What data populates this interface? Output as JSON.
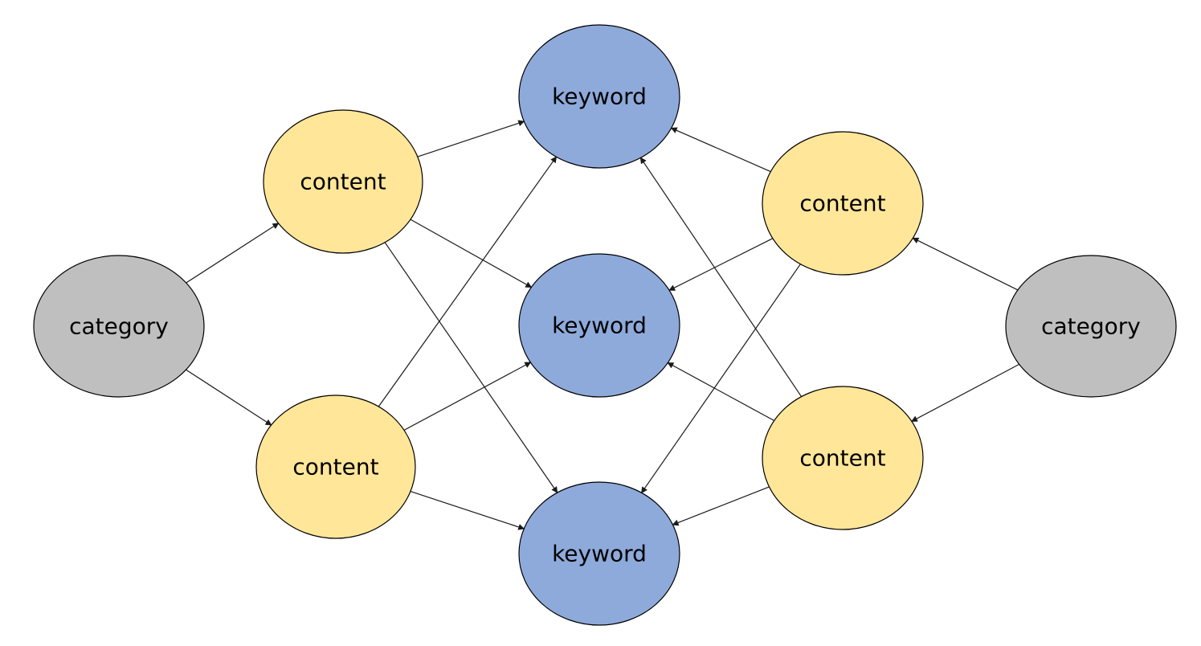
{
  "colors": {
    "category": "#bfbfbf",
    "content": "#ffe699",
    "keyword": "#8eaadb",
    "edge": "#1a1a1a"
  },
  "nodes": [
    {
      "id": "category-left",
      "kind": "category",
      "label": "category"
    },
    {
      "id": "content-left-top",
      "kind": "content",
      "label": "content"
    },
    {
      "id": "content-left-bottom",
      "kind": "content",
      "label": "content"
    },
    {
      "id": "keyword-top",
      "kind": "keyword",
      "label": "keyword"
    },
    {
      "id": "keyword-middle",
      "kind": "keyword",
      "label": "keyword"
    },
    {
      "id": "keyword-bottom",
      "kind": "keyword",
      "label": "keyword"
    },
    {
      "id": "content-right-top",
      "kind": "content",
      "label": "content"
    },
    {
      "id": "content-right-bottom",
      "kind": "content",
      "label": "content"
    },
    {
      "id": "category-right",
      "kind": "category",
      "label": "category"
    }
  ],
  "edges": [
    {
      "from": "category-left",
      "to": "content-left-top"
    },
    {
      "from": "category-left",
      "to": "content-left-bottom"
    },
    {
      "from": "content-left-top",
      "to": "keyword-top"
    },
    {
      "from": "content-left-top",
      "to": "keyword-middle"
    },
    {
      "from": "content-left-top",
      "to": "keyword-bottom"
    },
    {
      "from": "content-left-bottom",
      "to": "keyword-top"
    },
    {
      "from": "content-left-bottom",
      "to": "keyword-middle"
    },
    {
      "from": "content-left-bottom",
      "to": "keyword-bottom"
    },
    {
      "from": "content-right-top",
      "to": "keyword-top"
    },
    {
      "from": "content-right-top",
      "to": "keyword-middle"
    },
    {
      "from": "content-right-top",
      "to": "keyword-bottom"
    },
    {
      "from": "content-right-bottom",
      "to": "keyword-top"
    },
    {
      "from": "content-right-bottom",
      "to": "keyword-middle"
    },
    {
      "from": "content-right-bottom",
      "to": "keyword-bottom"
    },
    {
      "from": "category-right",
      "to": "content-right-top"
    },
    {
      "from": "category-right",
      "to": "content-right-bottom"
    }
  ]
}
